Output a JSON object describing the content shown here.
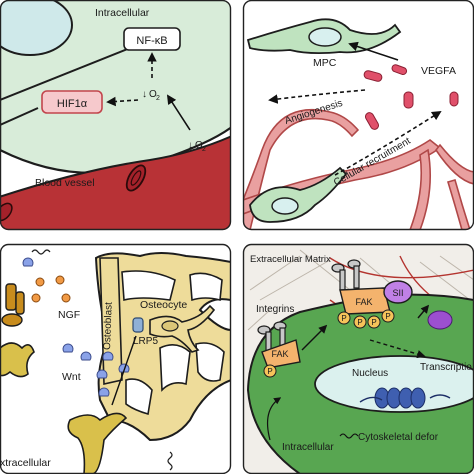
{
  "panels": {
    "top_left": {
      "label_intracellular": "Intracellular",
      "label_nfkb": "NF-κB",
      "label_hif1a": "HIF1α",
      "label_o2_upper": "O",
      "label_o2_lower": "O",
      "subscript_2": "2",
      "label_blood_vessel": "Blood vessel",
      "colors": {
        "cell": "#d8ecd9",
        "vessel": "#b83236",
        "nucleus": "#cfe9ea"
      }
    },
    "top_right": {
      "label_mpc": "MPC",
      "label_vegfa": "VEGFA",
      "label_angiogenesis": "Angiogenesis",
      "label_cellular_recruitment": "Cellular recruitment",
      "colors": {
        "cell": "#bfe3bf",
        "vegfa": "#e0506a",
        "vessel": "#d06a6a"
      }
    },
    "bottom_left": {
      "label_ngf": "NGF",
      "label_osteoblast": "Osteoblast",
      "label_osteocyte": "Osteocyte",
      "label_lrp5": "LRP5",
      "label_wnt": "Wnt",
      "label_extracellular": "xtracellular",
      "colors": {
        "bone": "#eedc9a",
        "ngf": "#f19a45",
        "wnt": "#8aa2e8"
      }
    },
    "bottom_right": {
      "label_ecm": "Extracellular Matrix",
      "label_integrins": "Integrins",
      "label_fak_left": "FAK",
      "label_fak_right": "FAK",
      "label_p": "P",
      "label_sii": "SII",
      "label_nucleus": "Nucleus",
      "label_transcription": "Transcriptio",
      "label_intracellular": "Intracellular",
      "label_cytoskeletal": "Cytoskeletal defor",
      "colors": {
        "cell": "#58a651",
        "fak": "#f4b36d",
        "sii": "#c080e6"
      }
    }
  }
}
